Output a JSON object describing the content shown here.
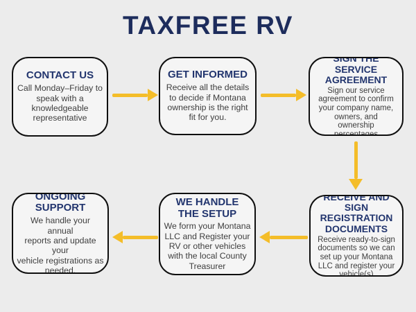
{
  "title": "TAXFREE RV",
  "colors": {
    "background": "#ececec",
    "box_fill": "#f5f5f5",
    "box_border": "#0f0f0f",
    "title_navy": "#1d2c5c",
    "heading_navy": "#22356e",
    "body_gray": "#3d3d3d",
    "arrow_gold": "#f4bd29"
  },
  "steps": [
    {
      "id": "contact-us",
      "heading": "CONTACT US",
      "body": "Call Monday–Friday to\nspeak with a\nknowledgeable\nrepresentative"
    },
    {
      "id": "get-informed",
      "heading": "GET INFORMED",
      "body": "Receive all the details\nto decide if Montana\nownership is the right\nfit for you."
    },
    {
      "id": "sign-service-agreement",
      "heading": "SIGN THE\nSERVICE\nAGREEMENT",
      "body": "Sign our service\nagreement to confirm\nyour company name,\nowners, and\nownership\npercentages"
    },
    {
      "id": "receive-sign-registration-documents",
      "heading": "RECEIVE AND\nSIGN\nREGISTRATION\nDOCUMENTS",
      "body": "Receive ready-to-sign\ndocuments so we can\nset up your Montana\nLLC and register your\nvehicle(s)"
    },
    {
      "id": "we-handle-setup",
      "heading": "WE HANDLE\nTHE SETUP",
      "body": "We form your Montana\nLLC and Register your\nRV or other vehicles\nwith the local County\nTreasurer"
    },
    {
      "id": "ongoing-support",
      "heading": "ONGOING\nSUPPORT",
      "body": "We handle your annual\nreports and update your\nvehicle registrations as\nneeded."
    }
  ]
}
